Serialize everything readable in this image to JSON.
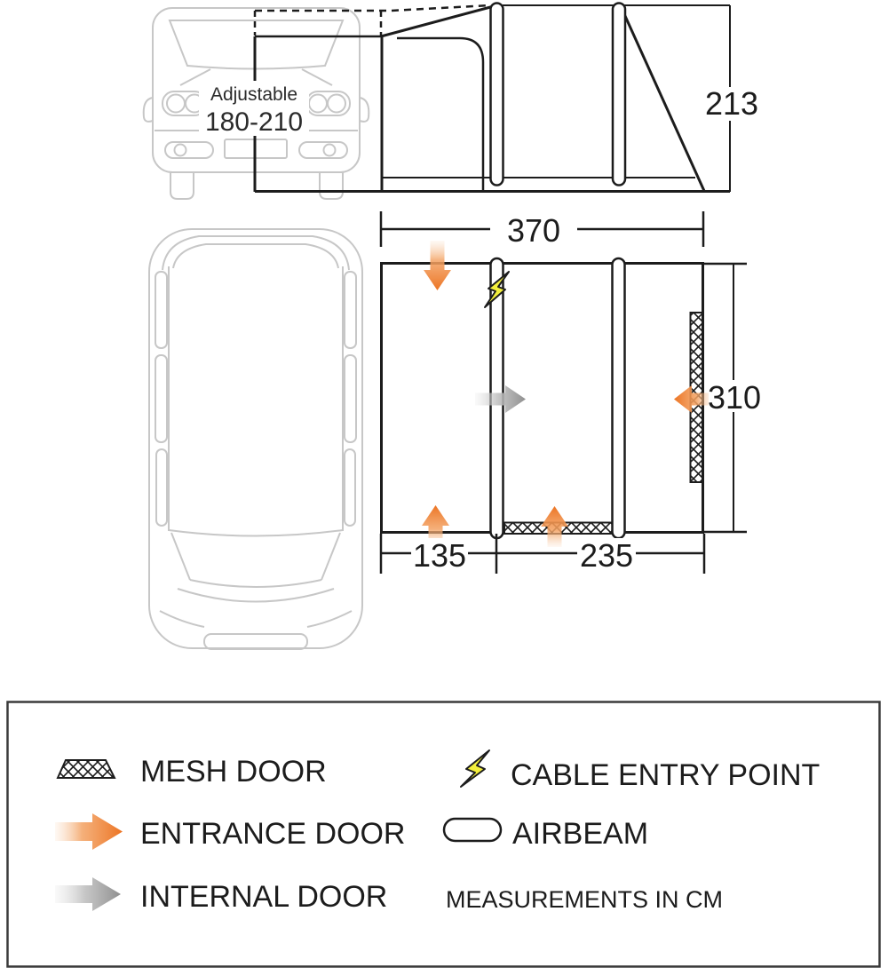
{
  "diagram": {
    "van_front": {
      "adjustable_label": "Adjustable",
      "adjustable_range": "180-210"
    },
    "side_view": {
      "height_cm": "213"
    },
    "floor_plan": {
      "total_width_cm": "370",
      "depth_cm": "310",
      "section_left_cm": "135",
      "section_right_cm": "235"
    }
  },
  "legend": {
    "items": [
      {
        "id": "mesh-door",
        "label": "MESH DOOR"
      },
      {
        "id": "entrance-door",
        "label": "ENTRANCE DOOR"
      },
      {
        "id": "internal-door",
        "label": "INTERNAL DOOR"
      },
      {
        "id": "cable-entry-point",
        "label": "CABLE ENTRY POINT"
      },
      {
        "id": "airbeam",
        "label": "AIRBEAM"
      }
    ],
    "note": "MEASUREMENTS IN CM"
  },
  "colors": {
    "entrance_door_orange": "#ec7423",
    "internal_door_gray": "#8f8f8f",
    "cable_entry_yellow": "#f3ef3c",
    "outline_black": "#1c1c1c",
    "vehicle_gray": "#c7c7c7"
  }
}
